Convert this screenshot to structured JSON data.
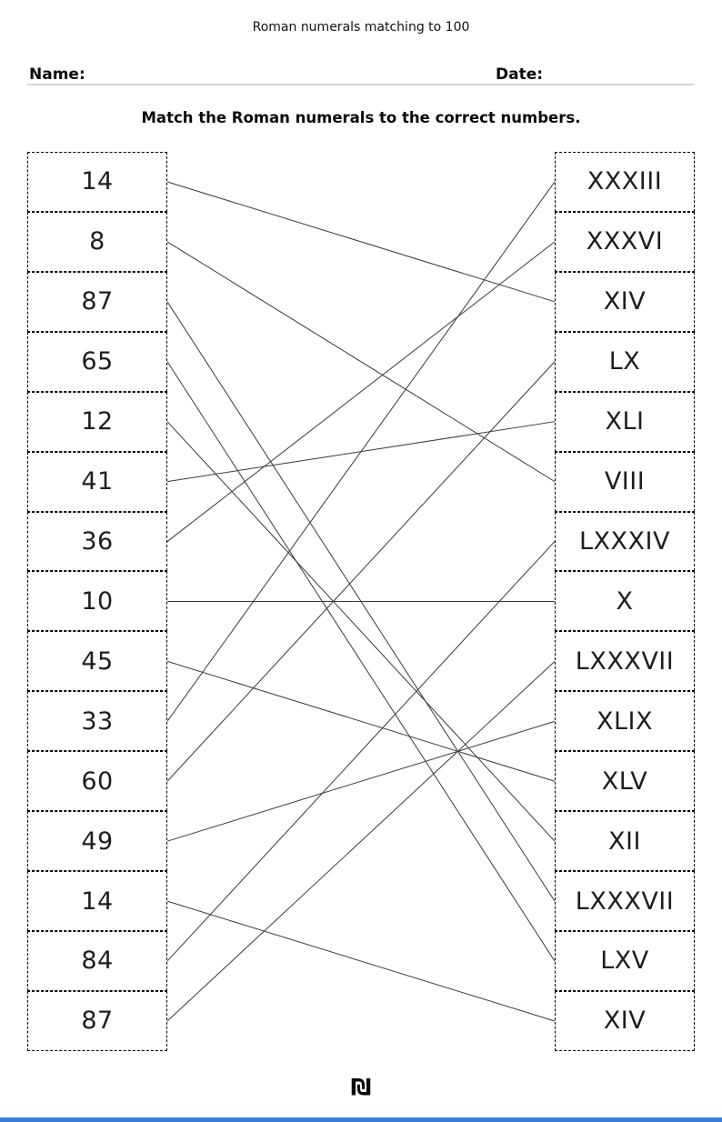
{
  "page": {
    "title": "Roman numerals matching to 100",
    "name_label": "Name:",
    "date_label": "Date:",
    "instruction": "Match the Roman numerals to the correct numbers."
  },
  "matching": {
    "left_items": [
      "14",
      "8",
      "87",
      "65",
      "12",
      "41",
      "36",
      "10",
      "45",
      "33",
      "60",
      "49",
      "14",
      "84",
      "87"
    ],
    "right_items": [
      "XXXIII",
      "XXXVI",
      "XIV",
      "LX",
      "XLI",
      "VIII",
      "LXXXIV",
      "X",
      "LXXXVII",
      "XLIX",
      "XLV",
      "XII",
      "LXXXVII",
      "LXV",
      "XIV"
    ],
    "connections": [
      [
        0,
        2
      ],
      [
        1,
        5
      ],
      [
        2,
        12
      ],
      [
        3,
        13
      ],
      [
        4,
        11
      ],
      [
        5,
        4
      ],
      [
        6,
        1
      ],
      [
        7,
        7
      ],
      [
        8,
        10
      ],
      [
        9,
        0
      ],
      [
        10,
        3
      ],
      [
        11,
        9
      ],
      [
        12,
        14
      ],
      [
        13,
        6
      ],
      [
        14,
        8
      ]
    ]
  },
  "footer": {
    "logo_glyph": "₪"
  },
  "colors": {
    "accent_bar": "#3b7dd8",
    "connector_line": "#3a3a3a",
    "box_border": "#000000",
    "text": "#1e1e1e"
  }
}
